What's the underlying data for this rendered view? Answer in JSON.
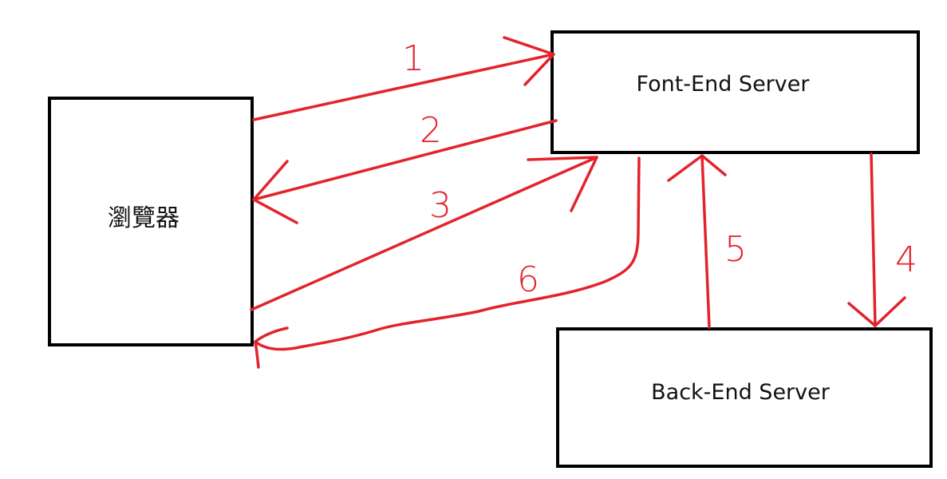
{
  "colors": {
    "box_stroke": "#000000",
    "arrow": "#e3232c",
    "text": "#111111",
    "background": "#ffffff"
  },
  "nodes": {
    "browser": {
      "label": "瀏覽器"
    },
    "frontend": {
      "label": "Font-End Server"
    },
    "backend": {
      "label": "Back-End Server"
    }
  },
  "steps": {
    "s1": "1",
    "s2": "2",
    "s3": "3",
    "s4": "4",
    "s5": "5",
    "s6": "6"
  }
}
